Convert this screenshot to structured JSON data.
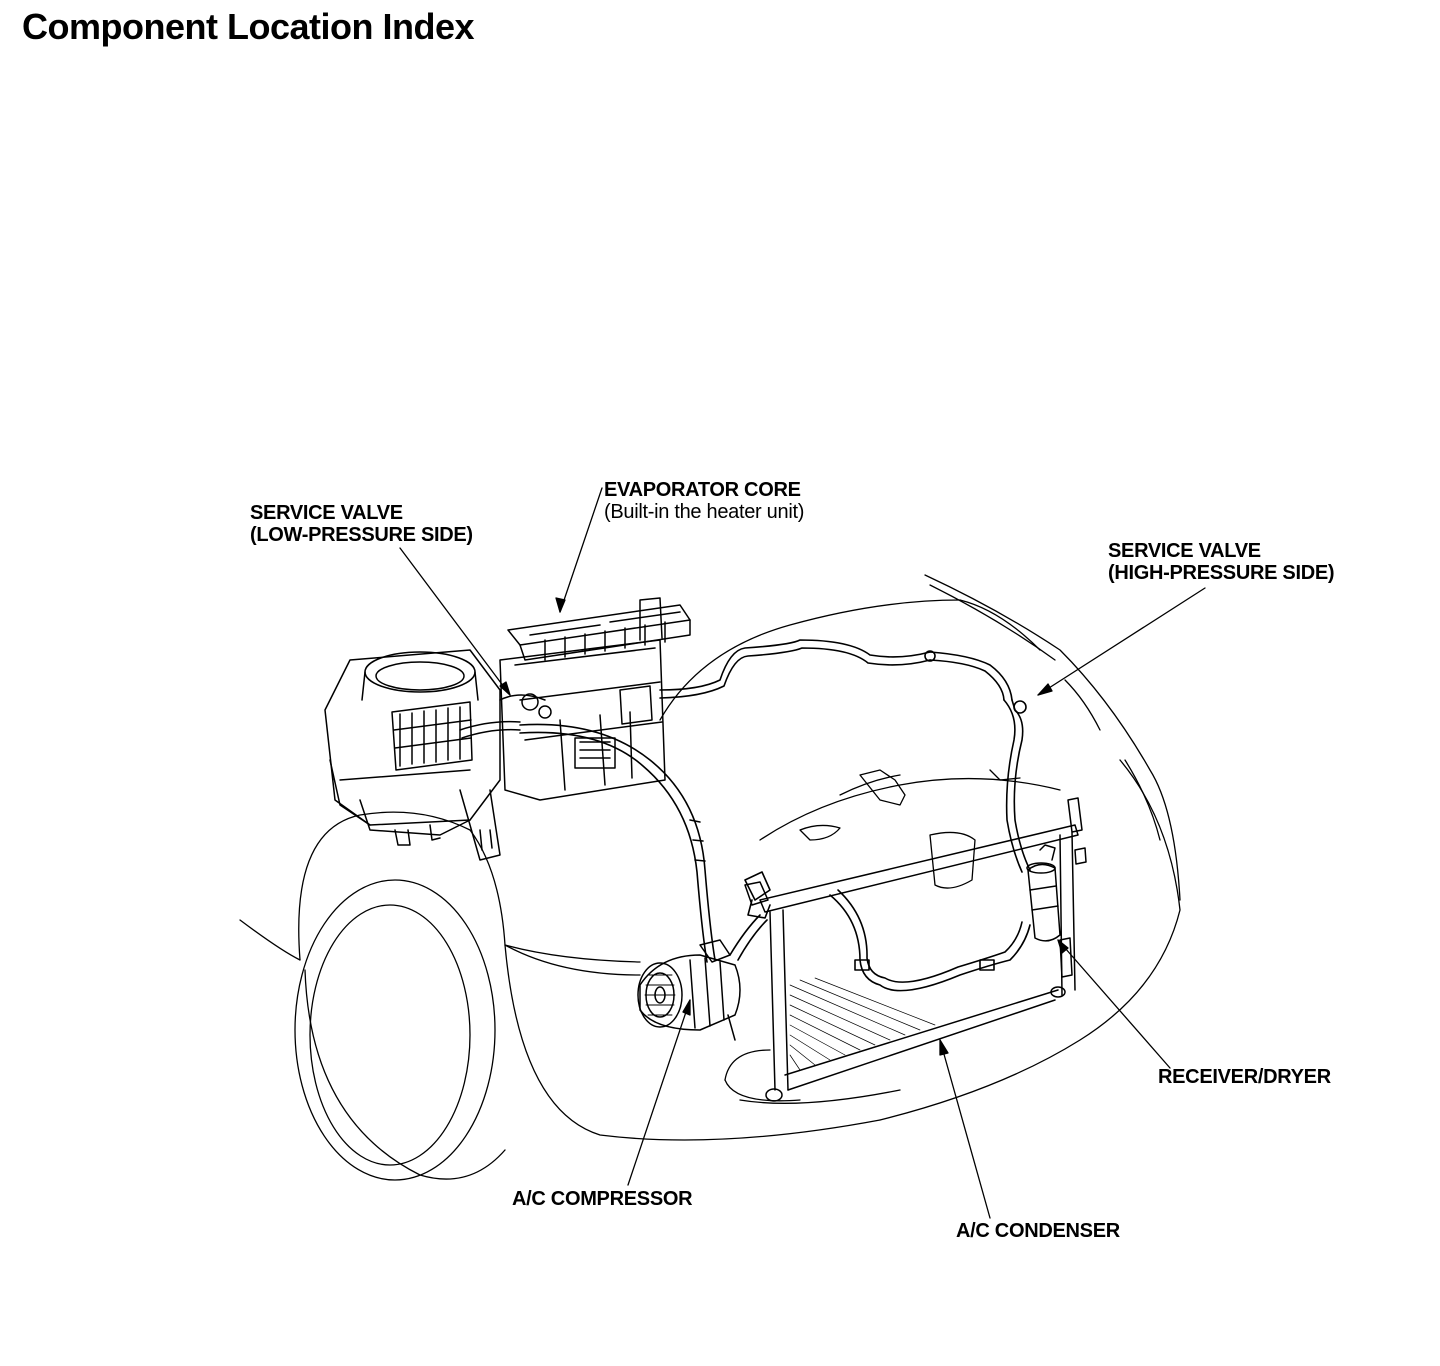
{
  "page": {
    "title": "Component Location Index"
  },
  "callouts": {
    "service_valve_low": {
      "line1": "SERVICE VALVE",
      "line2": "(LOW-PRESSURE SIDE)"
    },
    "evaporator_core": {
      "line1": "EVAPORATOR CORE",
      "line2": "(Built-in the heater unit)"
    },
    "service_valve_high": {
      "line1": "SERVICE VALVE",
      "line2": "(HIGH-PRESSURE SIDE)"
    },
    "receiver_dryer": {
      "line1": "RECEIVER/DRYER"
    },
    "ac_compressor": {
      "line1": "A/C COMPRESSOR"
    },
    "ac_condenser": {
      "line1": "A/C CONDENSER"
    }
  }
}
